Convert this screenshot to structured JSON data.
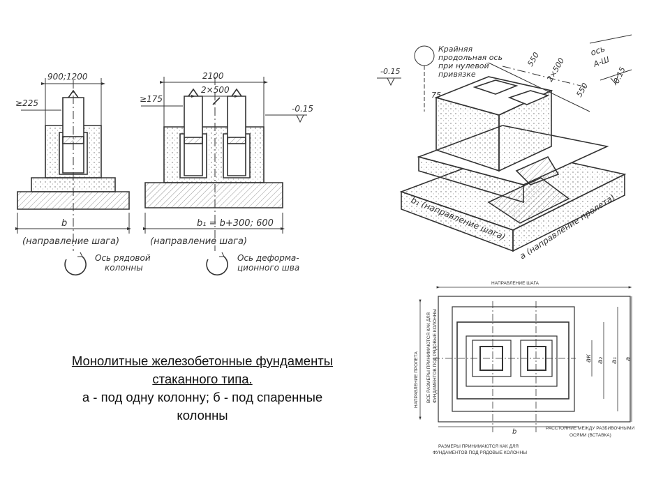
{
  "caption": {
    "line1": "Монолитные железобетонные фундаменты",
    "line2": "стаканного типа.",
    "line3": "а - под одну колонну; б - под спаренные",
    "line4": "колонны"
  },
  "sectionA": {
    "dim_top": "900;1200",
    "dim_left": "≥225",
    "dim_bottom": "b",
    "direction": "(направление шага)",
    "axis_note_1": "Ось рядовой",
    "axis_note_2": "колонны"
  },
  "sectionB": {
    "dim_top": "2100",
    "dim_inner": "2×500",
    "dim_left": "≥175",
    "level": "-0.15",
    "dim_bottom": "b₁ = b+300; 600",
    "direction": "(направление шага)",
    "axis_note_1": "Ось деформа-",
    "axis_note_2": "ционного шва"
  },
  "isometric": {
    "level_left": "-0.15",
    "level_right": "-0.15",
    "axis_note_1": "Крайняя",
    "axis_note_2": "продольная ось",
    "axis_note_3": "при нулевой",
    "axis_note_4": "привязке",
    "axis_label_1": "ось",
    "axis_label_2": "А-Ш",
    "dim_550_top": "550",
    "dim_2x500": "2×500",
    "dim_550_right": "550",
    "dim_75": "75",
    "label_b1": "b₁ (направление шага)",
    "label_a": "a (направление пролета)"
  },
  "plan": {
    "top_label": "НАПРАВЛЕНИЕ ШАГА",
    "left_label_1": "НАПРАВЛЕНИЕ ПРОЛЕТА",
    "left_label_2": "ВСЕ РАЗМЕРЫ ПРИНИМАЮТСЯ КАК ДЛЯ",
    "left_label_3": "ФУНДАМЕНТОВ ПОД РЯДОВЫЕ КОЛОННЫ",
    "dim_ak": "aк",
    "dim_a2": "a₂",
    "dim_a1": "a₁",
    "dim_a": "a",
    "dim_b": "b",
    "note_right_1": "РАССТОЯНИЕ МЕЖДУ РАЗБИВОЧНЫМИ",
    "note_right_2": "ОСЯМИ (ВСТАВКА)",
    "note_bottom_1": "РАЗМЕРЫ ПРИНИМАЮТСЯ КАК ДЛЯ",
    "note_bottom_2": "ФУНДАМЕНТОВ ПОД РЯДОВЫЕ КОЛОННЫ"
  }
}
